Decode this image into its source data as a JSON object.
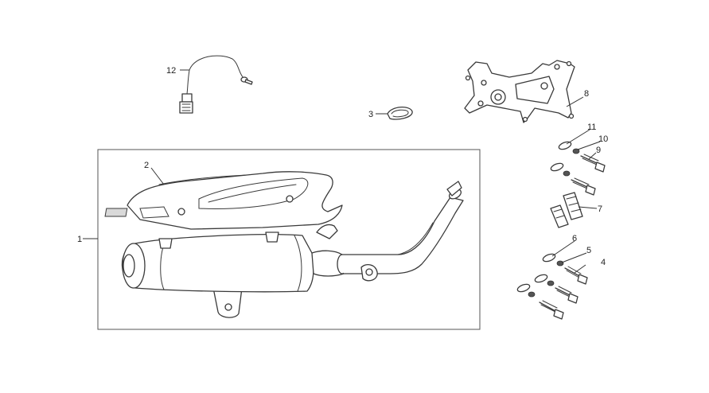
{
  "callouts": [
    {
      "id": "1",
      "text": "1"
    },
    {
      "id": "2",
      "text": "2"
    },
    {
      "id": "3",
      "text": "3"
    },
    {
      "id": "4",
      "text": "4"
    },
    {
      "id": "5",
      "text": "5"
    },
    {
      "id": "6",
      "text": "6"
    },
    {
      "id": "7",
      "text": "7"
    },
    {
      "id": "8",
      "text": "8"
    },
    {
      "id": "9",
      "text": "9"
    },
    {
      "id": "10",
      "text": "10"
    },
    {
      "id": "11",
      "text": "11"
    },
    {
      "id": "12",
      "text": "12"
    }
  ],
  "colors": {
    "line": "#3a3a3a",
    "background": "#ffffff",
    "frame": "#555555"
  }
}
